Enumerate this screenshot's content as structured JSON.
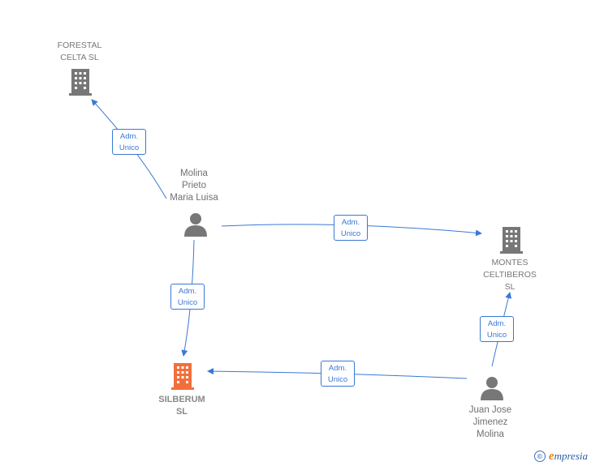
{
  "nodes": {
    "forestal": {
      "lines": [
        "FORESTAL",
        "CELTA  SL"
      ]
    },
    "molina": {
      "lines": [
        "Molina",
        "Prieto",
        "Maria Luisa"
      ]
    },
    "montes": {
      "lines": [
        "MONTES",
        "CELTIBEROS",
        "SL"
      ]
    },
    "silberum": {
      "lines": [
        "SILBERUM",
        "SL"
      ]
    },
    "juan": {
      "lines": [
        "Juan Jose",
        "Jimenez",
        "Molina"
      ]
    }
  },
  "edge_label": {
    "line1": "Adm.",
    "line2": "Unico"
  },
  "colors": {
    "edge": "#3a78d4",
    "company_icon": "#777777",
    "focus_icon": "#f26f3b",
    "person_icon": "#777777"
  },
  "footer": {
    "copyright": "©",
    "brand_first": "e",
    "brand_rest": "mpresia"
  }
}
